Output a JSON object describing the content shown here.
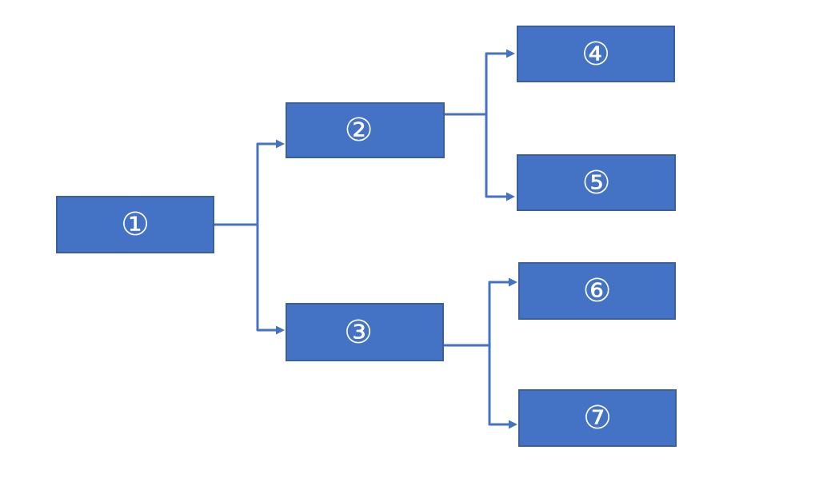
{
  "diagram": {
    "type": "tree",
    "background": "#FFFFFF",
    "colors": {
      "node_fill": "#4472C4",
      "node_border": "#3A5F9E",
      "connector": "#4472C4",
      "label_text": "#FFFFFF"
    },
    "nodes": [
      {
        "id": 1,
        "label": "①"
      },
      {
        "id": 2,
        "label": "②"
      },
      {
        "id": 3,
        "label": "③"
      },
      {
        "id": 4,
        "label": "④"
      },
      {
        "id": 5,
        "label": "⑤"
      },
      {
        "id": 6,
        "label": "⑥"
      },
      {
        "id": 7,
        "label": "⑦"
      }
    ],
    "edges": [
      {
        "from": 1,
        "to": 2
      },
      {
        "from": 1,
        "to": 3
      },
      {
        "from": 2,
        "to": 4
      },
      {
        "from": 2,
        "to": 5
      },
      {
        "from": 3,
        "to": 6
      },
      {
        "from": 3,
        "to": 7
      }
    ]
  }
}
